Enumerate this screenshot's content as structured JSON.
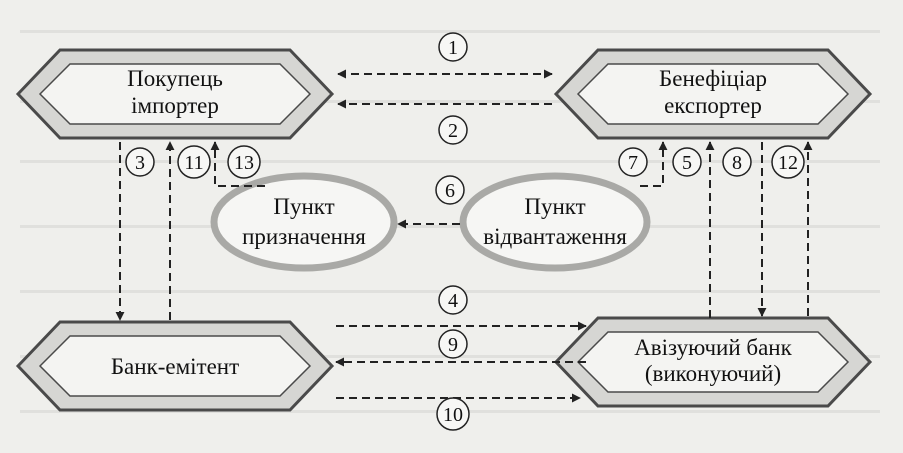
{
  "nodes": {
    "buyer": [
      "Покупець",
      "імпортер"
    ],
    "beneficiary": [
      "Бенефіціар",
      "експортер"
    ],
    "destination": [
      "Пункт",
      "призначення"
    ],
    "shipment": [
      "Пункт",
      "відвантаження"
    ],
    "issuing_bank": [
      "Банк-емітент"
    ],
    "advising_bank": [
      "Авізуючий банк",
      "(виконуючий)"
    ]
  },
  "steps": [
    "1",
    "2",
    "3",
    "4",
    "5",
    "6",
    "7",
    "8",
    "9",
    "10",
    "11",
    "12",
    "13"
  ],
  "colors": {
    "background": "#efefec",
    "hex_fill": "#d6d6d3",
    "hex_stroke": "#4a4a4a",
    "ellipse_stroke": "#a9a9a6",
    "line": "#222222"
  }
}
